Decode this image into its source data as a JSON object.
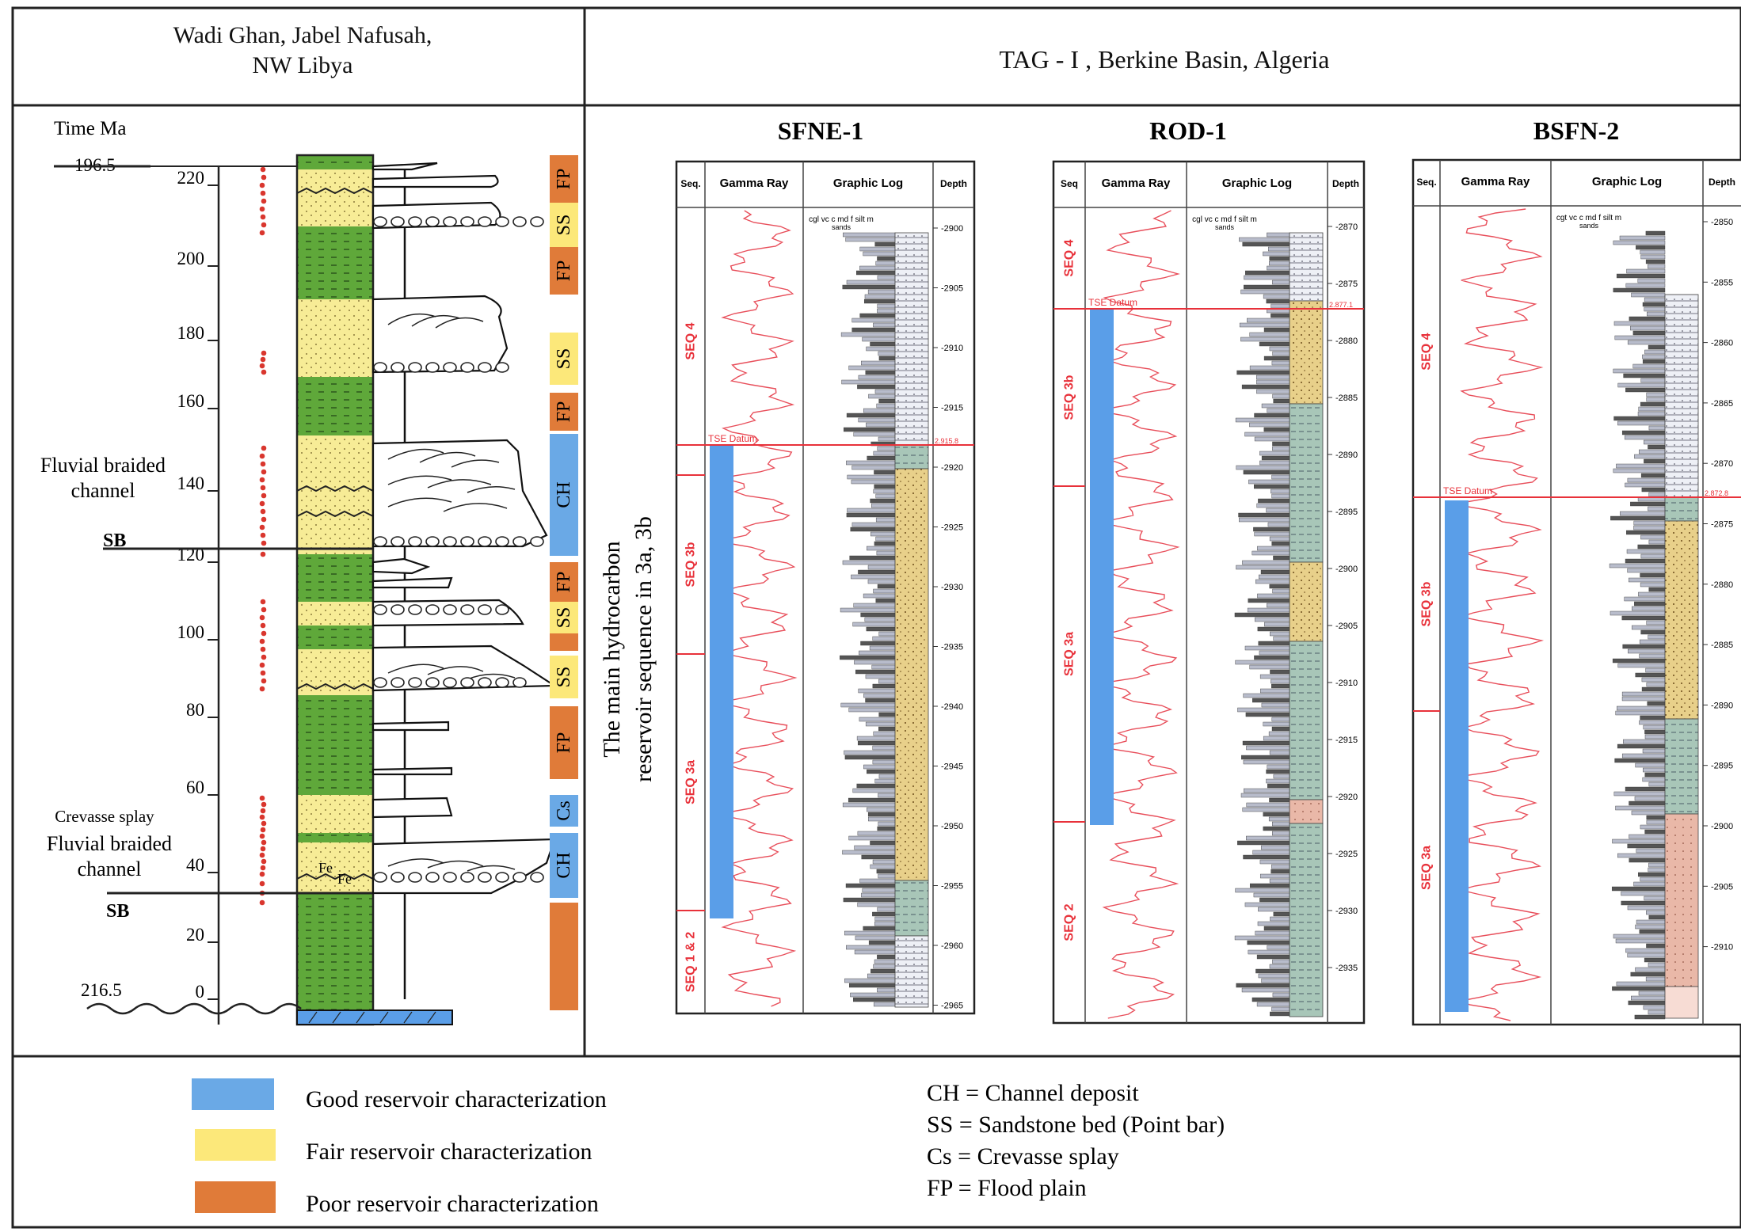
{
  "headers": {
    "left_l1": "Wadi Ghan, Jabel Nafusah,",
    "left_l2": "NW Libya",
    "right": "TAG - I , Berkine Basin, Algeria"
  },
  "column": {
    "time_label": "Time Ma",
    "top_age": "196.5",
    "base_age": "216.5",
    "ticks": [
      "220",
      "200",
      "180",
      "160",
      "140",
      "120",
      "100",
      "80",
      "60",
      "40",
      "20",
      "0"
    ],
    "label_fb1_l1": "Fluvial braided",
    "label_fb1_l2": "channel",
    "label_sb1": "SB",
    "label_cs": "Crevasse splay",
    "label_fb2_l1": "Fluvial braided",
    "label_fb2_l2": "channel",
    "label_sb2": "SB",
    "fe1": "Fe",
    "fe2": "Fe",
    "facies_boxes": [
      {
        "label": "FP",
        "class": "poor"
      },
      {
        "label": "SS",
        "class": "fair"
      },
      {
        "label": "FP",
        "class": "poor"
      },
      {
        "label": "SS",
        "class": "fair"
      },
      {
        "label": "FP",
        "class": "poor"
      },
      {
        "label": "CH",
        "class": "good"
      },
      {
        "label": "FP",
        "class": "poor"
      },
      {
        "label": "SS",
        "class": "fair"
      },
      {
        "label": "",
        "class": "poor"
      },
      {
        "label": "SS",
        "class": "fair"
      },
      {
        "label": "FP",
        "class": "poor"
      },
      {
        "label": "Cs",
        "class": "good"
      },
      {
        "label": "CH",
        "class": "good"
      },
      {
        "label": "",
        "class": "poor"
      }
    ]
  },
  "vertical_label_l1": "The main hydrocarbon",
  "vertical_label_l2": "reservoir sequence in 3a, 3b",
  "wells": [
    {
      "name": "SFNE-1",
      "col_seq": "Seq.",
      "col_gamma": "Gamma Ray",
      "col_graphic": "Graphic Log",
      "col_depth": "Depth",
      "grain_scale": "cgl vc c md f silt m",
      "grain_sub": "sands",
      "datum_label": "TSE Datum",
      "datum_depth": "2.915.8",
      "depths": [
        "2900",
        "2905",
        "2910",
        "2915",
        "2920",
        "2925",
        "2930",
        "2935",
        "2940",
        "2945",
        "2950",
        "2955",
        "2960",
        "2965"
      ],
      "sequences": [
        "SEQ 4",
        "SEQ 3b",
        "SEQ 3a",
        "SEQ 1 & 2"
      ]
    },
    {
      "name": "ROD-1",
      "col_seq": "Seq",
      "col_gamma": "Gamma Ray",
      "col_graphic": "Graphic Log",
      "col_depth": "Depth",
      "grain_scale": "cgl vc c md f silt m",
      "grain_sub": "sands",
      "datum_label": "TSE Datum",
      "datum_depth": "2.877.1",
      "depths": [
        "2870",
        "2875",
        "2880",
        "2885",
        "2890",
        "2895",
        "2900",
        "2905",
        "2910",
        "2915",
        "2920",
        "2925",
        "2930",
        "2935"
      ],
      "sequences": [
        "SEQ 4",
        "SEQ 3b",
        "SEQ 3a",
        "SEQ 2"
      ]
    },
    {
      "name": "BSFN-2",
      "col_seq": "Seq.",
      "col_gamma": "Gamma Ray",
      "col_graphic": "Graphic Log",
      "col_depth": "Depth",
      "grain_scale": "cgt vc c md f silt m",
      "grain_sub": "sands",
      "datum_label": "TSE Datum",
      "datum_depth": "2.872.8",
      "depths": [
        "2850",
        "2855",
        "2860",
        "2865",
        "2870",
        "2875",
        "2880",
        "2885",
        "2890",
        "2895",
        "2900",
        "2905",
        "2910"
      ],
      "sequences": [
        "SEQ 4",
        "SEQ 3b",
        "SEQ 3a"
      ]
    }
  ],
  "legend": {
    "good": "Good reservoir characterization",
    "fair": "Fair  reservoir characterization",
    "poor": "Poor reservoir characterization",
    "good_color": "#6aa9e6",
    "fair_color": "#fce87a",
    "poor_color": "#e07b39",
    "abbr": [
      "CH = Channel deposit",
      "SS = Sandstone bed (Point bar)",
      "Cs = Crevasse splay",
      "FP = Flood plain"
    ]
  },
  "colors": {
    "green": "#5fa83a",
    "sand": "#f7ec96",
    "red_log": "#e84e5a",
    "seq_red": "#e8313a",
    "blue_bar": "#5a9ee8",
    "dot_red": "#d9362e"
  }
}
